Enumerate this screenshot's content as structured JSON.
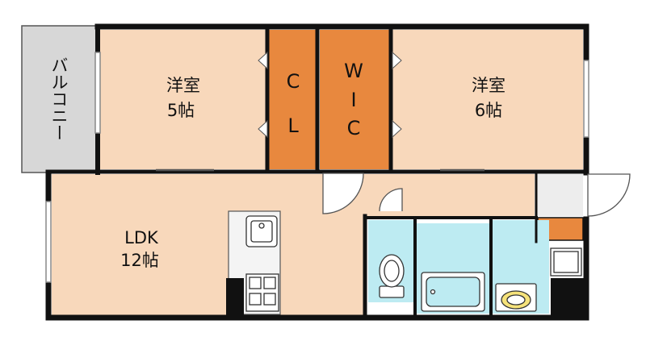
{
  "floorplan": {
    "colors": {
      "wall": "#111111",
      "room": "#f8d8bb",
      "closet": "#e8883e",
      "balcony": "#d7d7d7",
      "wet": "#bdebf2",
      "hall": "#f8d8bb",
      "fixture_outline": "#333333"
    },
    "rooms": {
      "balcony": {
        "label": "バルコニー"
      },
      "western_5": {
        "label": "洋室",
        "size": "5帖"
      },
      "closet": {
        "label_1": "C",
        "label_2": "L"
      },
      "walkin": {
        "label_1": "W",
        "label_2": "I",
        "label_3": "C"
      },
      "western_6": {
        "label": "洋室",
        "size": "6帖"
      },
      "ldk": {
        "label": "LDK",
        "size": "12帖"
      }
    },
    "icons": [
      "kitchen-sink-icon",
      "stove-icon",
      "toilet-icon",
      "bathtub-icon",
      "washbasin-icon",
      "washing-machine-icon",
      "door-swing-icon",
      "window-icon"
    ]
  }
}
